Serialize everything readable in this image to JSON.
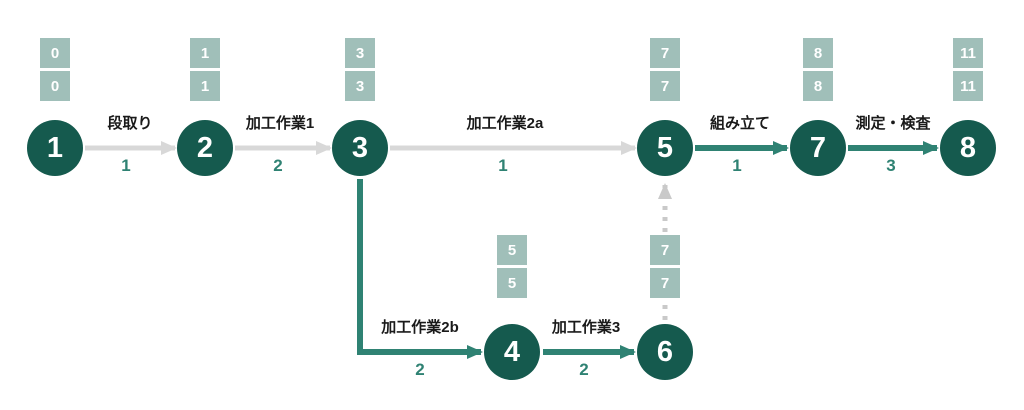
{
  "diagram_type": "pert-network",
  "colors": {
    "node_fill": "#155a4e",
    "node_text": "#ffffff",
    "time_box_fill": "#a0bfb9",
    "time_box_text": "#ffffff",
    "critical_edge": "#2f8273",
    "normal_edge": "#d8d8d8",
    "dummy_edge": "#c9c9c9",
    "duration_text": "#2f8273",
    "label_text": "#1a1a1a"
  },
  "nodes": [
    {
      "id": "1",
      "label": "1",
      "earliest": "0",
      "latest": "0"
    },
    {
      "id": "2",
      "label": "2",
      "earliest": "1",
      "latest": "1"
    },
    {
      "id": "3",
      "label": "3",
      "earliest": "3",
      "latest": "3"
    },
    {
      "id": "4",
      "label": "4",
      "earliest": "5",
      "latest": "5"
    },
    {
      "id": "5",
      "label": "5",
      "earliest": "7",
      "latest": "7"
    },
    {
      "id": "6",
      "label": "6",
      "earliest": "7",
      "latest": "7"
    },
    {
      "id": "7",
      "label": "7",
      "earliest": "8",
      "latest": "8"
    },
    {
      "id": "8",
      "label": "8",
      "earliest": "11",
      "latest": "11"
    }
  ],
  "edges": [
    {
      "from": "1",
      "to": "2",
      "name": "段取り",
      "duration": "1",
      "style": "normal"
    },
    {
      "from": "2",
      "to": "3",
      "name": "加工作業1",
      "duration": "2",
      "style": "normal"
    },
    {
      "from": "3",
      "to": "5",
      "name": "加工作業2a",
      "duration": "1",
      "style": "normal"
    },
    {
      "from": "3",
      "to": "4",
      "name": "加工作業2b",
      "duration": "2",
      "style": "critical"
    },
    {
      "from": "4",
      "to": "6",
      "name": "加工作業3",
      "duration": "2",
      "style": "critical"
    },
    {
      "from": "6",
      "to": "5",
      "name": "",
      "duration": "",
      "style": "dummy"
    },
    {
      "from": "5",
      "to": "7",
      "name": "組み立て",
      "duration": "1",
      "style": "critical"
    },
    {
      "from": "7",
      "to": "8",
      "name": "測定・検査",
      "duration": "3",
      "style": "critical"
    }
  ]
}
